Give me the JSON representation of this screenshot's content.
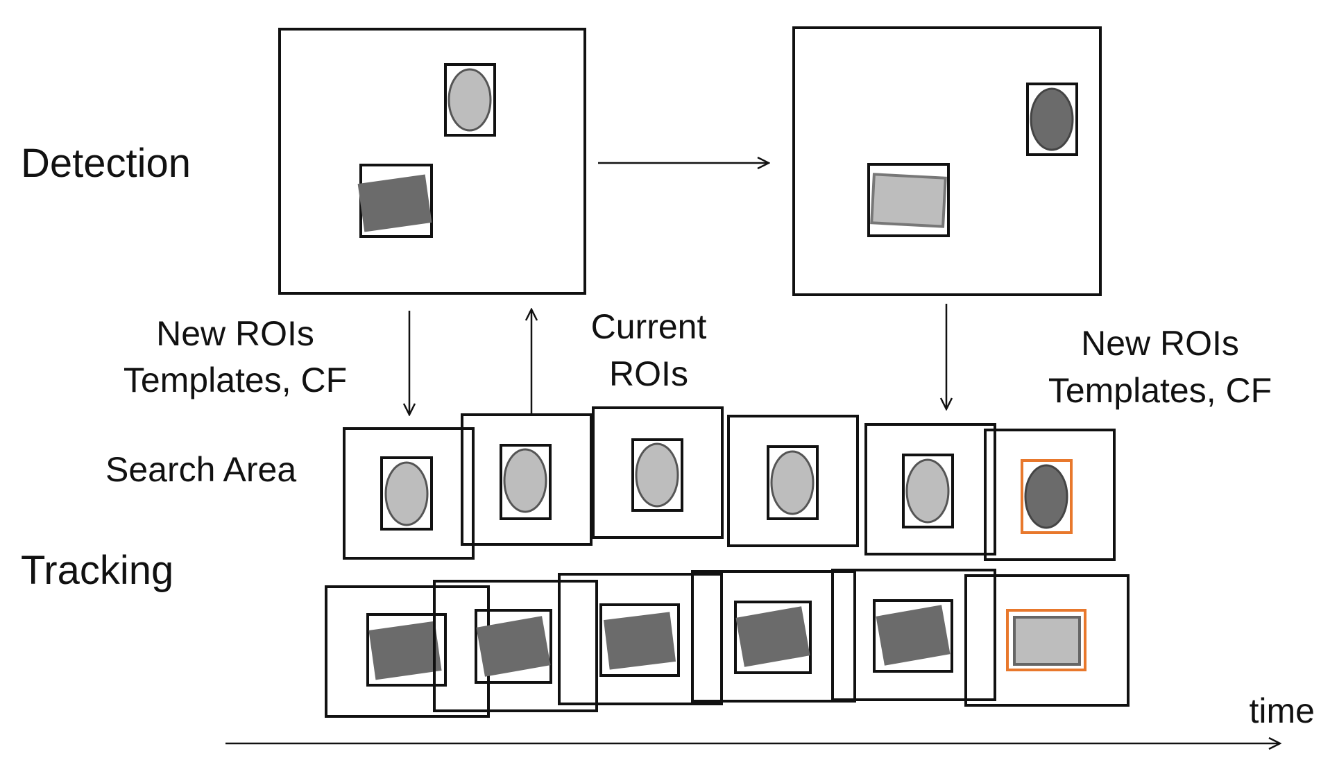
{
  "labels": {
    "detection": "Detection",
    "tracking": "Tracking",
    "search_area": "Search Area",
    "new_rois_left_line1": "New ROIs",
    "new_rois_left_line2": "Templates, CF",
    "current_rois_line1": "Current",
    "current_rois_line2": "ROIs",
    "new_rois_right_line1": "New ROIs",
    "new_rois_right_line2": "Templates, CF",
    "time": "time"
  },
  "colors": {
    "frame": "#111111",
    "light_object": "#bdbdbd",
    "dark_object": "#6b6b6b",
    "highlight": "#e8782c"
  }
}
